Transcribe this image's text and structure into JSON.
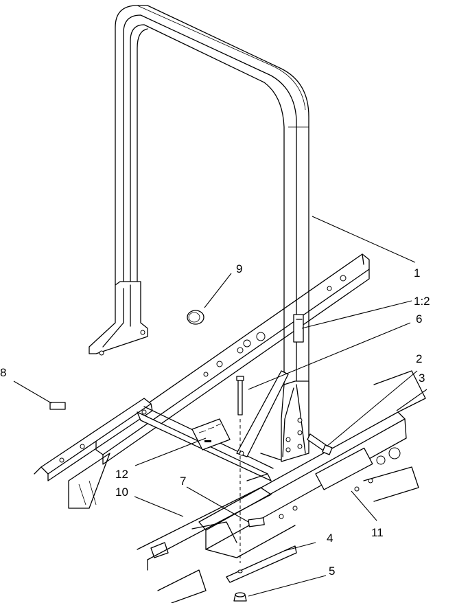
{
  "callouts": {
    "c1": "1",
    "c1_2": "1:2",
    "c2": "2",
    "c3": "3",
    "c4": "4",
    "c5": "5",
    "c6": "6",
    "c7": "7",
    "c8": "8",
    "c9": "9",
    "c10": "10",
    "c11": "11",
    "c12": "12"
  }
}
